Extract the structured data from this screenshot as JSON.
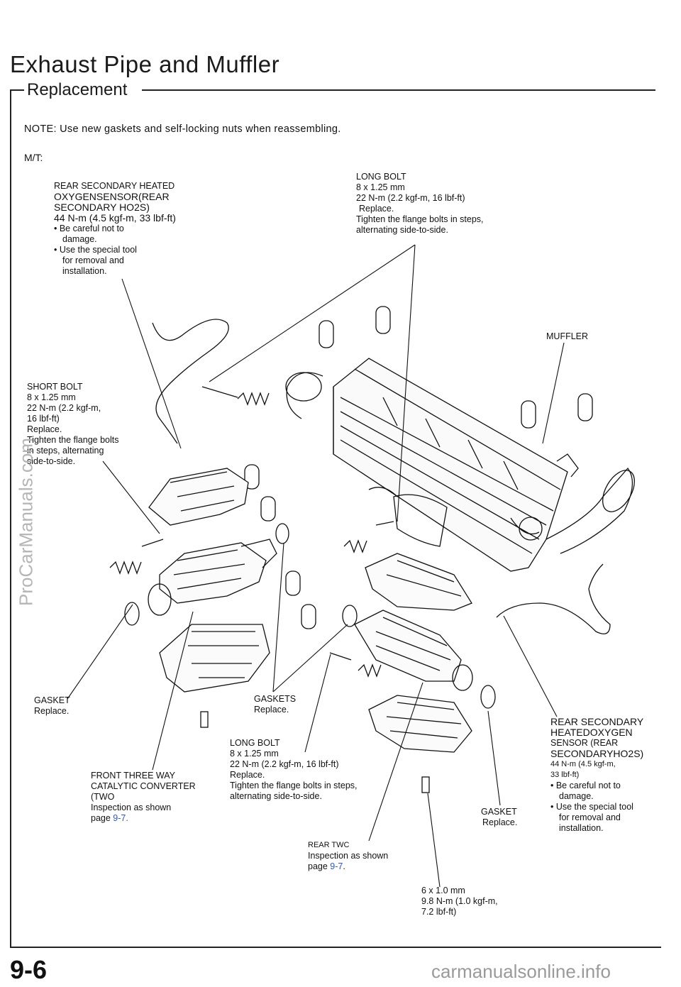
{
  "header": {
    "title": "Exhaust Pipe and Muffler",
    "section": "Replacement"
  },
  "note": "NOTE: Use new gaskets and self-locking nuts when reassembling.",
  "transmission": "M/T:",
  "callouts": {
    "rear_sensor_top": {
      "line1": "REAR SECONDARY HEATED",
      "line2": "OXYGENSENSOR(REAR",
      "line3": "SECONDARY HO2S)",
      "torque": "44 N-m (4.5 kgf-m, 33 lbf-ft)",
      "bullet1a": "• Be careful not to",
      "bullet1b": "damage.",
      "bullet2a": "• Use the special tool",
      "bullet2b": "for removal and",
      "bullet2c": "installation."
    },
    "long_bolt_top": {
      "line1": "LONG BOLT",
      "line2": "8 x 1.25 mm",
      "line3": "22 N-m (2.2 kgf-m, 16 lbf-ft)",
      "line4": "Replace.",
      "line5": "Tighten the flange bolts in steps,",
      "line6": "alternating side-to-side."
    },
    "muffler": "MUFFLER",
    "short_bolt": {
      "line1": "SHORT BOLT",
      "line2": "8 x 1.25 mm",
      "line3": "22 N-m (2.2 kgf-m,",
      "line4": "16 lbf-ft)",
      "line5": "Replace.",
      "line6": "Tighten the flange bolts",
      "line7": "in steps, alternating",
      "line8": "side-to-side."
    },
    "gasket_left": {
      "line1": "GASKET",
      "line2": "Replace."
    },
    "gaskets_mid": {
      "line1": "GASKETS",
      "line2": "Replace."
    },
    "long_bolt_bottom": {
      "line1": "LONG BOLT",
      "line2": "8 x 1.25 mm",
      "line3": "22 N-m (2.2 kgf-m, 16 lbf-ft)",
      "line4": "Replace.",
      "line5": "Tighten the flange bolts in steps,",
      "line6": "alternating side-to-side."
    },
    "front_twc": {
      "line1": "FRONT THREE WAY",
      "line2": "CATALYTIC CONVERTER",
      "line3": "(TWO",
      "line4": "Inspection as shown",
      "line5_prefix": "page ",
      "line5_link": "9-7."
    },
    "rear_twc": {
      "line1": "REAR TWC",
      "line2": "Inspection as shown",
      "line3_prefix": "page ",
      "line3_link": "9-7",
      "line3_suffix": "."
    },
    "gasket_right": {
      "line1": "GASKET",
      "line2": "Replace."
    },
    "rear_sensor_bottom": {
      "line1": "REAR SECONDARY",
      "line2": "HEATEDOXYGEN",
      "line3": "SENSOR (REAR",
      "line4": "SECONDARYHO2S)",
      "line5": "44 N-m (4.5 kgf-m,",
      "line6": "33 lbf-ft)",
      "bullet1a": "• Be careful not to",
      "bullet1b": "damage.",
      "bullet2a": "• Use the special tool",
      "bullet2b": "for removal and",
      "bullet2c": "installation."
    },
    "small_bolt": {
      "line1": "6 x 1.0 mm",
      "line2": "9.8 N-m (1.0 kgf-m,",
      "line3": "7.2 lbf-ft)"
    }
  },
  "footer": {
    "page_number": "9-6",
    "watermark": "carmanualsonline.info",
    "side_watermark": "ProCarManuals.com"
  },
  "colors": {
    "ink": "#111111",
    "link": "#2f56c8",
    "watermark": "#9a9a9a"
  }
}
